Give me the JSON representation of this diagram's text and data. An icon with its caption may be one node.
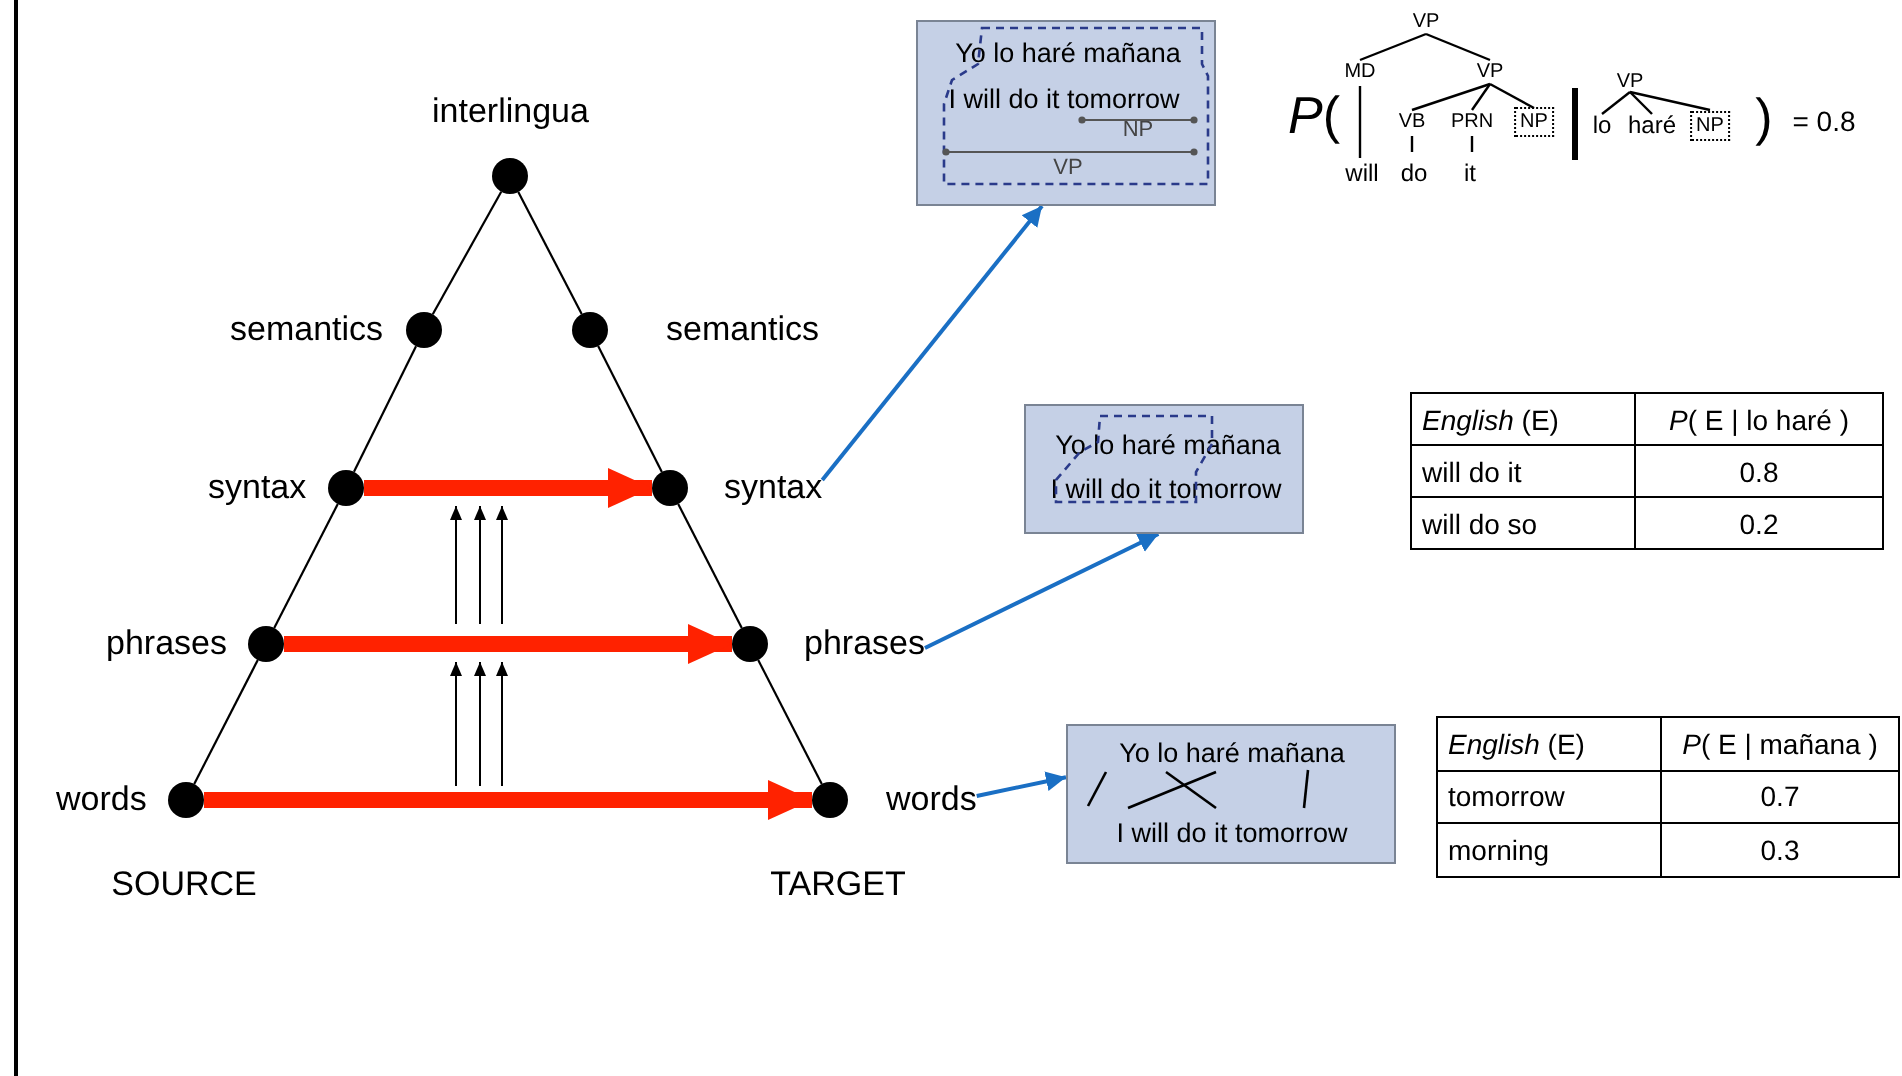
{
  "diagram": {
    "nodes": [
      {
        "text": [],
        "shape": "circle",
        "beside": [
          "interlingua"
        ]
      },
      {
        "text": [],
        "shape": "circle",
        "beside": [
          "semantics"
        ]
      },
      {
        "text": [],
        "shape": "circle",
        "beside": [
          "semantics"
        ]
      },
      {
        "text": [],
        "shape": "circle",
        "beside": [
          "syntax"
        ]
      },
      {
        "text": [],
        "shape": "circle"
      },
      {
        "text": [],
        "shape": "circle",
        "beside": [
          "phrases"
        ]
      },
      {
        "text": [],
        "shape": "circle"
      },
      {
        "text": [],
        "shape": "circle",
        "beside": [
          "words"
        ]
      },
      {
        "text": [],
        "shape": "circle"
      },
      {
        "text": [
          "syntax"
        ]
      },
      {
        "text": [
          "phrases"
        ]
      },
      {
        "text": [
          "words"
        ]
      },
      {
        "text": [
          "Yo lo haré mañana",
          "I will do it tomorrow",
          "NP",
          "VP"
        ]
      },
      {
        "text": [
          "Yo lo haré mañana",
          "I will do it tomorrow"
        ]
      },
      {
        "text": [
          "Yo lo haré mañana",
          "I will do it tomorrow"
        ]
      }
    ],
    "edges": [
      {
        "from": 7,
        "to": 5,
        "arrow": "none"
      },
      {
        "from": 5,
        "to": 3,
        "arrow": "none"
      },
      {
        "from": 3,
        "to": 1,
        "arrow": "none"
      },
      {
        "from": 1,
        "to": 0,
        "arrow": "none"
      },
      {
        "from": 0,
        "to": 2,
        "arrow": "none"
      },
      {
        "from": 2,
        "to": 4,
        "arrow": "none"
      },
      {
        "from": 4,
        "to": 6,
        "arrow": "none"
      },
      {
        "from": 6,
        "to": 8,
        "arrow": "none"
      },
      {
        "from": 3,
        "to": 4,
        "arrow": "to",
        "style": "thick",
        "color": "#ff2200"
      },
      {
        "from": 5,
        "to": 6,
        "arrow": "to",
        "style": "thick",
        "color": "#ff2200"
      },
      {
        "from": 7,
        "to": 8,
        "arrow": "to",
        "style": "thick",
        "color": "#ff2200"
      },
      {
        "from": 9,
        "to": 12,
        "arrow": "to",
        "color": "#1a6fc4"
      },
      {
        "from": 10,
        "to": 13,
        "arrow": "to",
        "color": "#1a6fc4"
      },
      {
        "from": 11,
        "to": 14,
        "arrow": "to",
        "color": "#1a6fc4"
      }
    ],
    "labels": [
      "VP",
      "MD",
      "VP",
      "*P*(",
      "VB",
      "PRN",
      "NP",
      "VP",
      "lo",
      "haré",
      "NP",
      ")",
      "= 0.8",
      "will",
      "do",
      "it",
      "*English* (E)",
      "*P*( E | lo haré )",
      "will do it",
      "0.8",
      "will do so",
      "0.2",
      "*English* (E)",
      "*P*( E | mañana )",
      "tomorrow",
      "0.7",
      "morning",
      "0.3",
      "SOURCE",
      "TARGET"
    ]
  }
}
